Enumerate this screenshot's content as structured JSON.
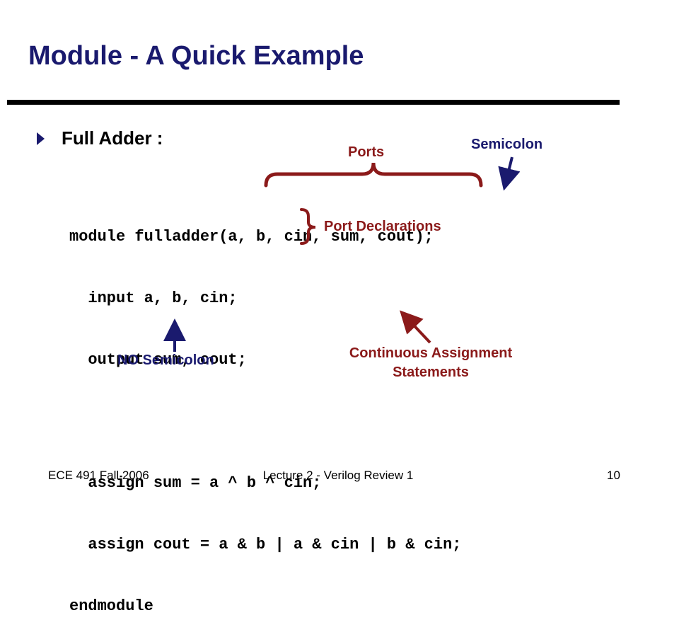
{
  "slide": {
    "title": "Module - A Quick Example",
    "bullet": "Full Adder :"
  },
  "code": {
    "lines": [
      "module fulladder(a, b, cin, sum, cout);",
      "  input a, b, cin;",
      "  output sum, cout;",
      "",
      "  assign sum = a ^ b ^ cin;",
      "  assign cout = a & b | a & cin | b & cin;",
      "endmodule"
    ]
  },
  "annotations": {
    "ports": "Ports",
    "semicolon": "Semicolon",
    "port_declarations": "Port Declarations",
    "no_semicolon": "NO Semicolon",
    "continuous_line1": "Continuous Assignment",
    "continuous_line2": "Statements"
  },
  "footer": {
    "left": "ECE 491 Fall 2006",
    "center": "Lecture 2 - Verilog Review 1",
    "page": "10"
  },
  "colors": {
    "title": "#1a1a6e",
    "annotation_red": "#8b1a1a",
    "annotation_blue": "#1a1a6e",
    "rule": "#000000"
  }
}
